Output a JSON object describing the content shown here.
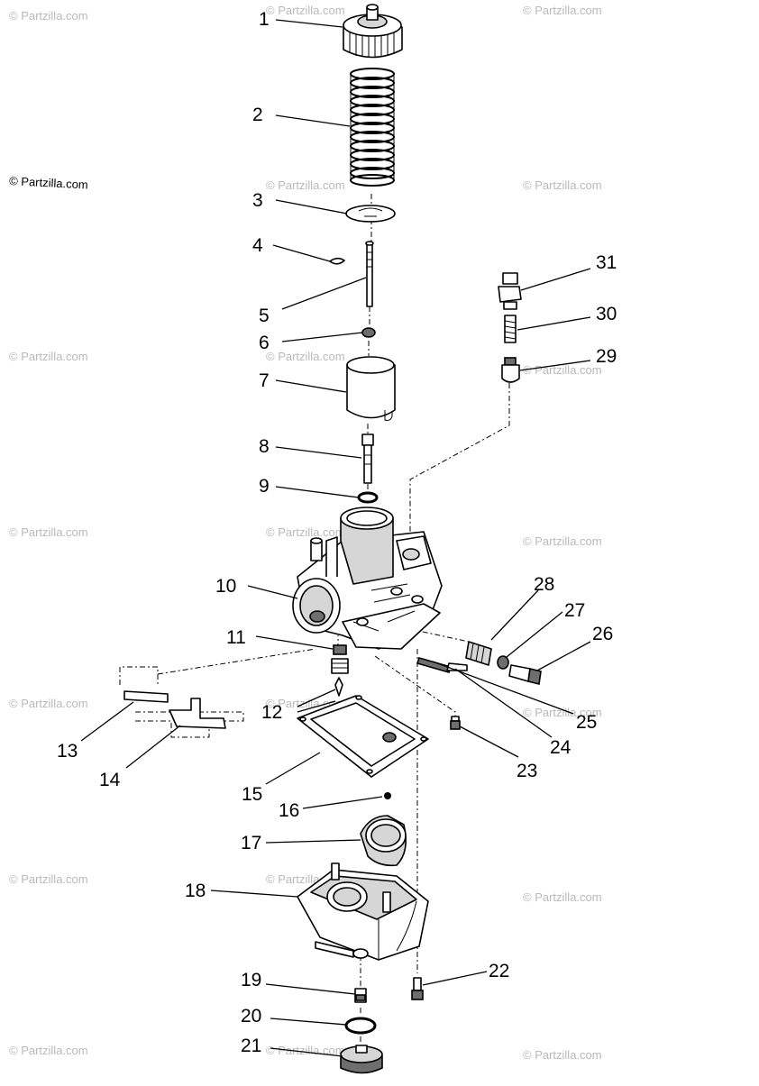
{
  "diagram": {
    "watermark": "© Partzilla.com",
    "labels": [
      "1",
      "2",
      "3",
      "4",
      "5",
      "6",
      "7",
      "8",
      "9",
      "10",
      "11",
      "12",
      "13",
      "14",
      "15",
      "16",
      "17",
      "18",
      "19",
      "20",
      "21",
      "22",
      "23",
      "24",
      "25",
      "26",
      "27",
      "28",
      "29",
      "30",
      "31"
    ]
  }
}
